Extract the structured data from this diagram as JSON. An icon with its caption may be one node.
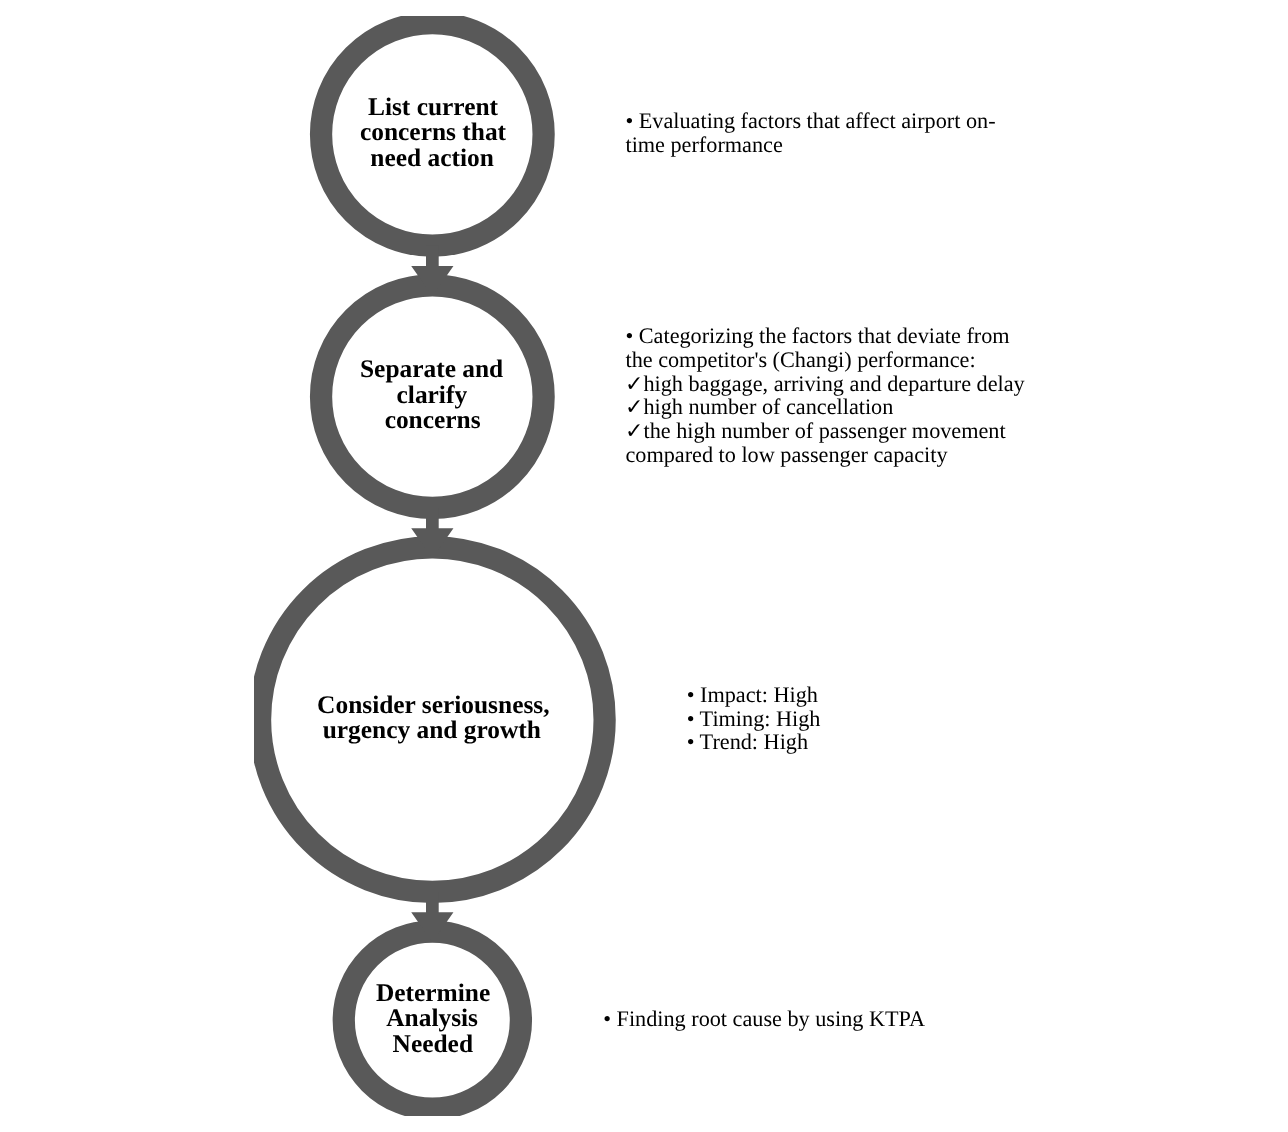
{
  "diagram": {
    "nodes": [
      {
        "text": [
          "List current concerns that need action"
        ],
        "beside": [
          "• Evaluating factors that affect airport on-time performance"
        ]
      },
      {
        "text": [
          "Separate and clarify concerns"
        ],
        "beside": [
          "• Categorizing the factors that deviate from the competitor's (Changi) performance:",
          "✓high baggage, arriving and departure delay",
          "✓high number of cancellation",
          "✓the high number of passenger movement compared to low passenger capacity"
        ]
      },
      {
        "text": [
          "Consider seriousness, urgency and growth"
        ],
        "beside": [
          "• Impact: High",
          "• Timing: High",
          "• Trend: High"
        ]
      },
      {
        "text": [
          "Determine Analysis Needed"
        ],
        "beside": [
          "• Finding root cause by using KTPA"
        ]
      }
    ],
    "edges": [
      {
        "from": 0,
        "to": 1,
        "arrow": "to"
      },
      {
        "from": 1,
        "to": 2,
        "arrow": "to"
      },
      {
        "from": 2,
        "to": 3,
        "arrow": "to"
      }
    ]
  }
}
